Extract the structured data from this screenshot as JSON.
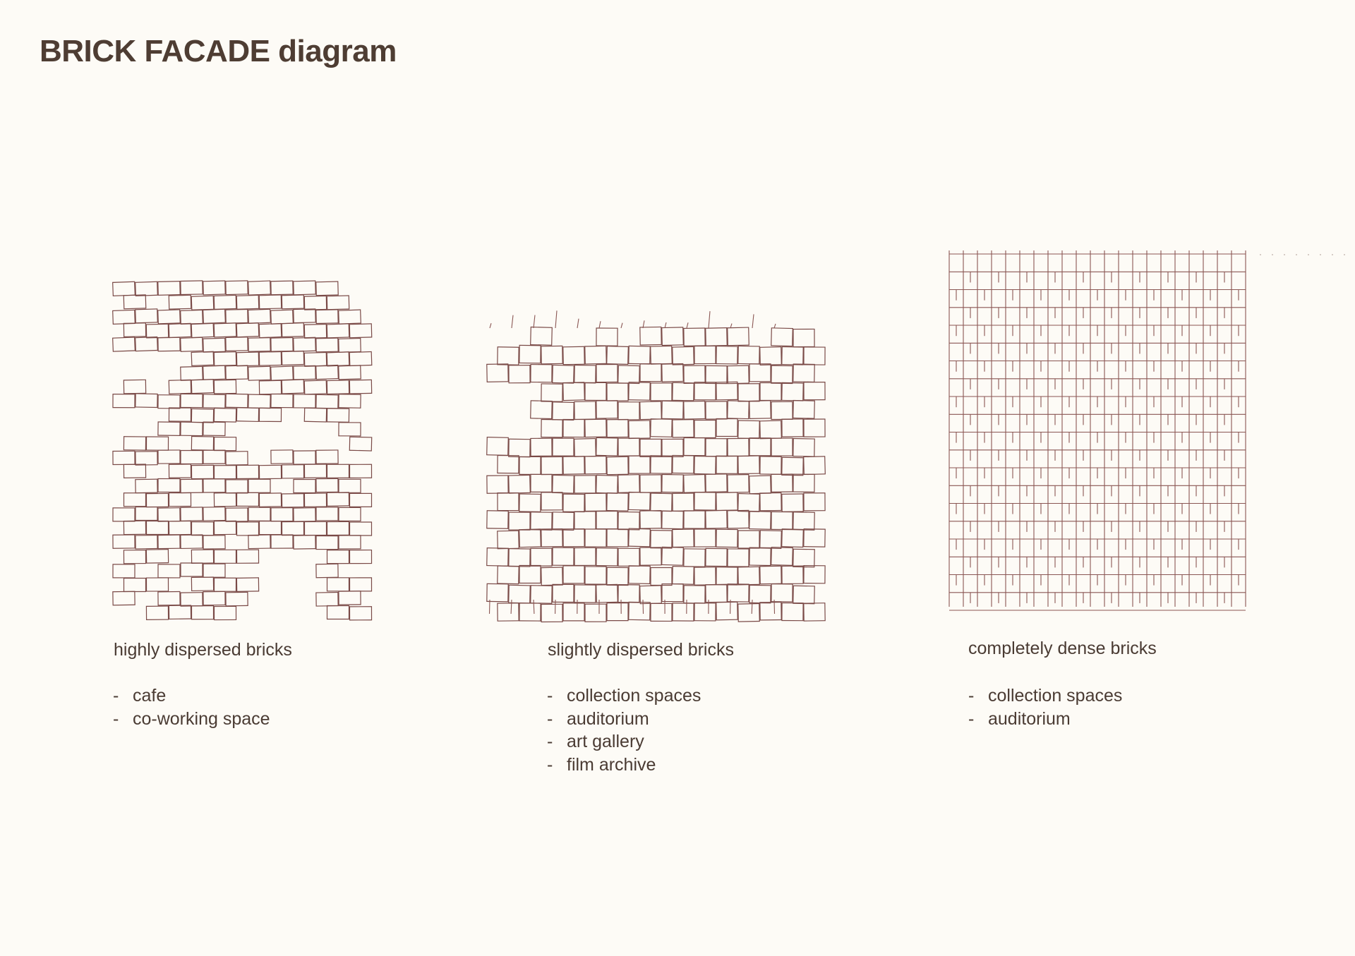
{
  "title": "BRICK FACADE diagram",
  "panels": [
    {
      "caption": "highly dispersed bricks",
      "uses": [
        "cafe",
        "co-working space"
      ]
    },
    {
      "caption": "slightly dispersed bricks",
      "uses": [
        "collection spaces",
        "auditorium",
        "art gallery",
        "film archive"
      ]
    },
    {
      "caption": "completely dense bricks",
      "uses": [
        "collection spaces",
        "auditorium"
      ]
    }
  ],
  "colors": {
    "background": "#fdfbf6",
    "text": "#4a3b33",
    "brick_stroke": "#7a4a47"
  }
}
